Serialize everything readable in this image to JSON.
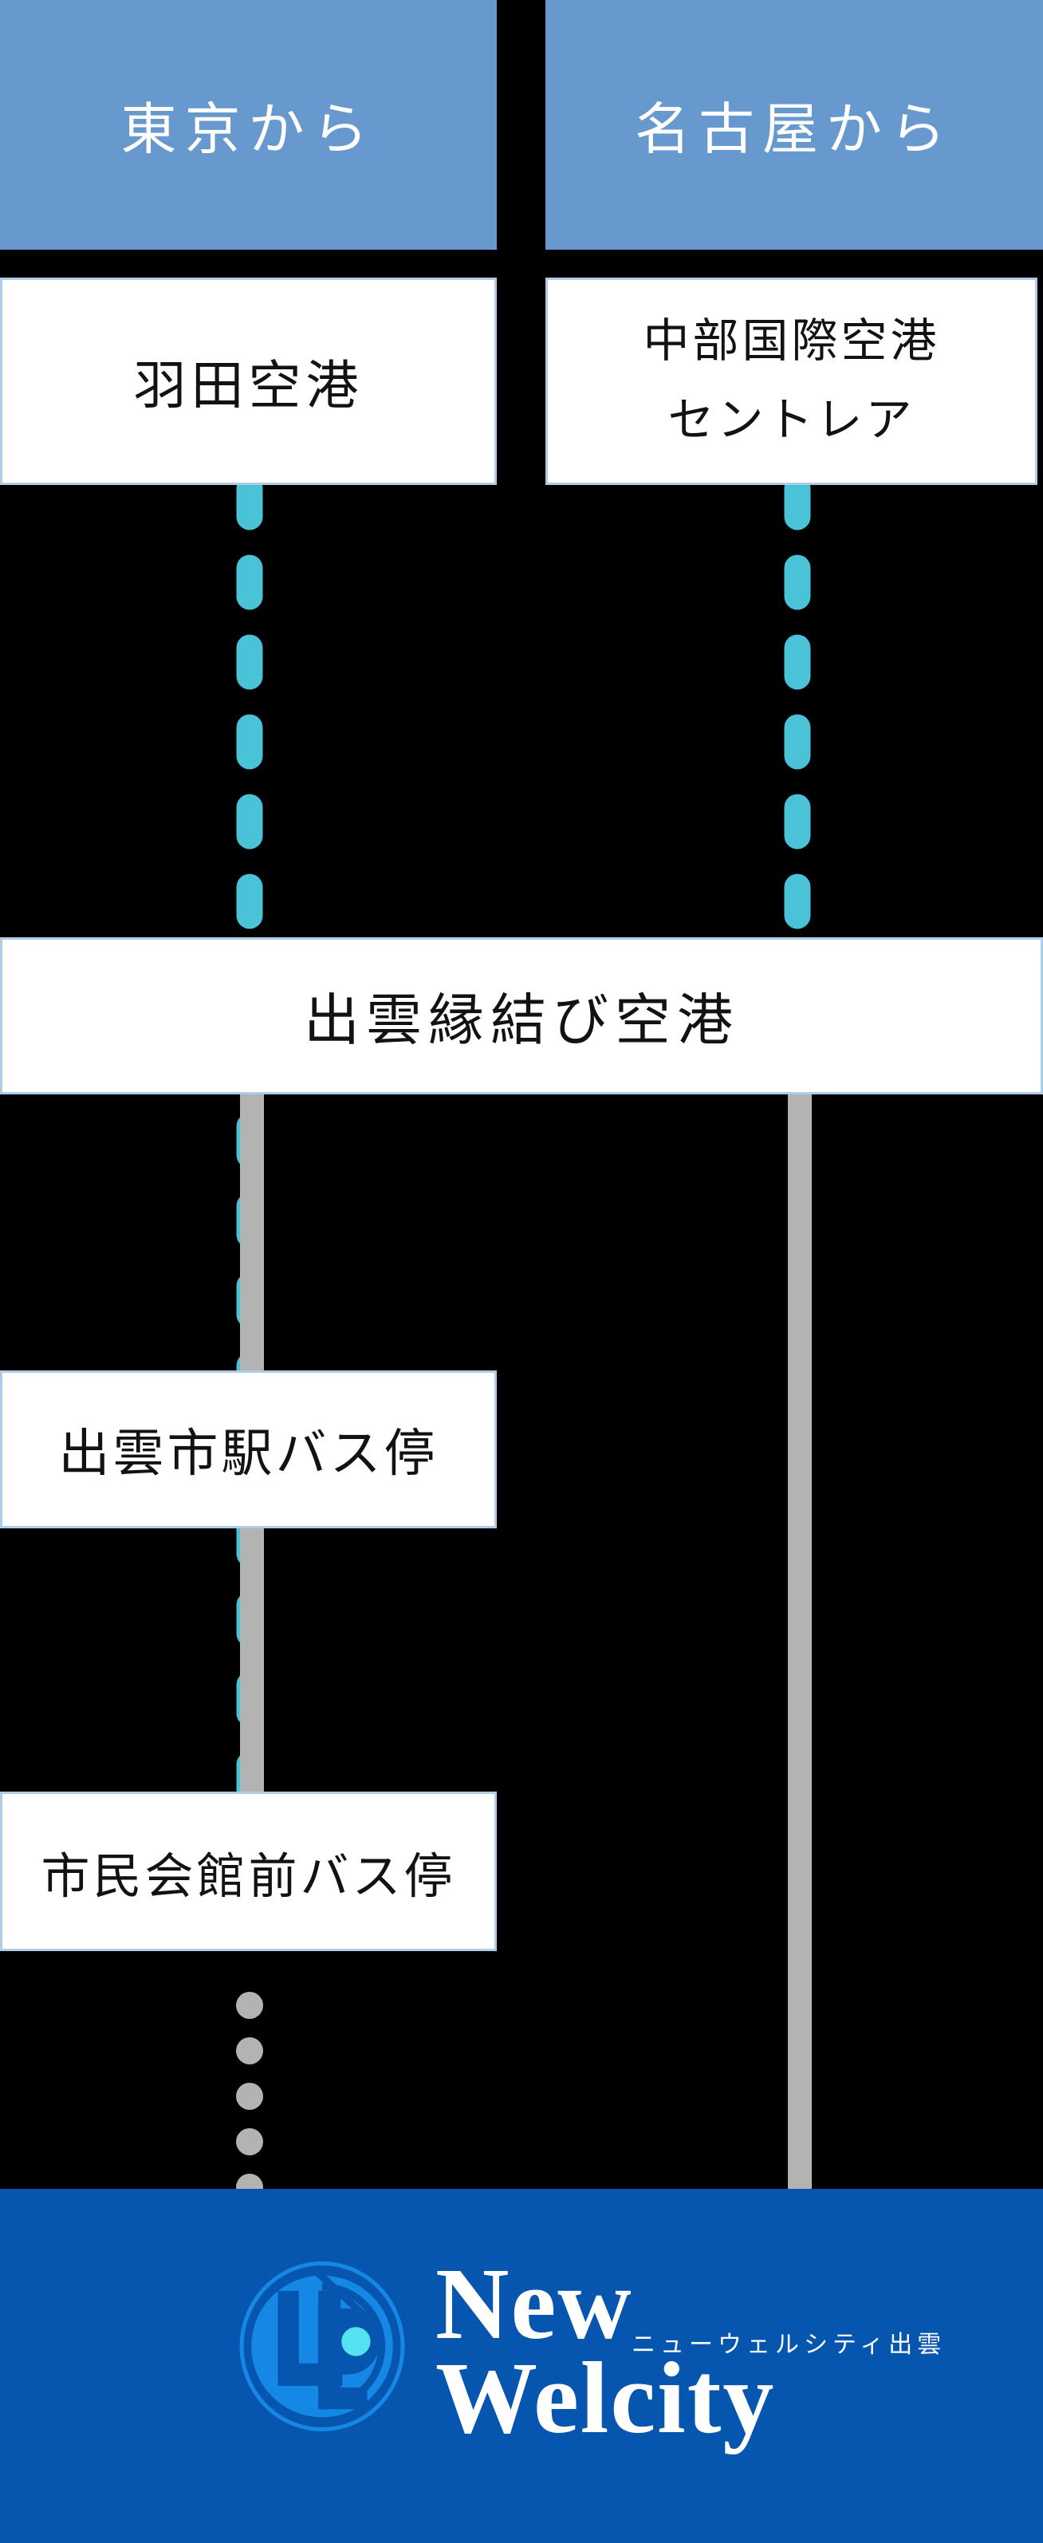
{
  "diagram": {
    "headers": {
      "tokyo": "東京から",
      "nagoya": "名古屋から"
    },
    "nodes": {
      "haneda_airport": "羽田空港",
      "chubu_airport_line1": "中部国際空港",
      "chubu_airport_line2": "セントレア",
      "izumo_airport": "出雲縁結び空港",
      "izumo_station_bus_stop": "出雲市駅バス停",
      "civic_hall_bus_stop": "市民会館前バス停"
    },
    "route_styles": {
      "flight": "dashed",
      "bus": "solid",
      "walk": "dotted"
    }
  },
  "footer": {
    "brand_line1": "New",
    "brand_line2": "Welcity",
    "subtitle": "ニューウェルシティ出雲"
  },
  "colors": {
    "page_bg": "#000000",
    "header_bg": "#6799CE",
    "header_text": "#FFFFFF",
    "box_bg": "#FFFFFF",
    "box_border": "#AECBE7",
    "box_text": "#121212",
    "flight_line": "#4AC2D7",
    "ground_line": "#B3B3B4",
    "footer_bg": "#0655AE",
    "footer_text": "#FFFFFF",
    "logo_blue": "#1588E6",
    "logo_dot": "#55E2F0"
  }
}
